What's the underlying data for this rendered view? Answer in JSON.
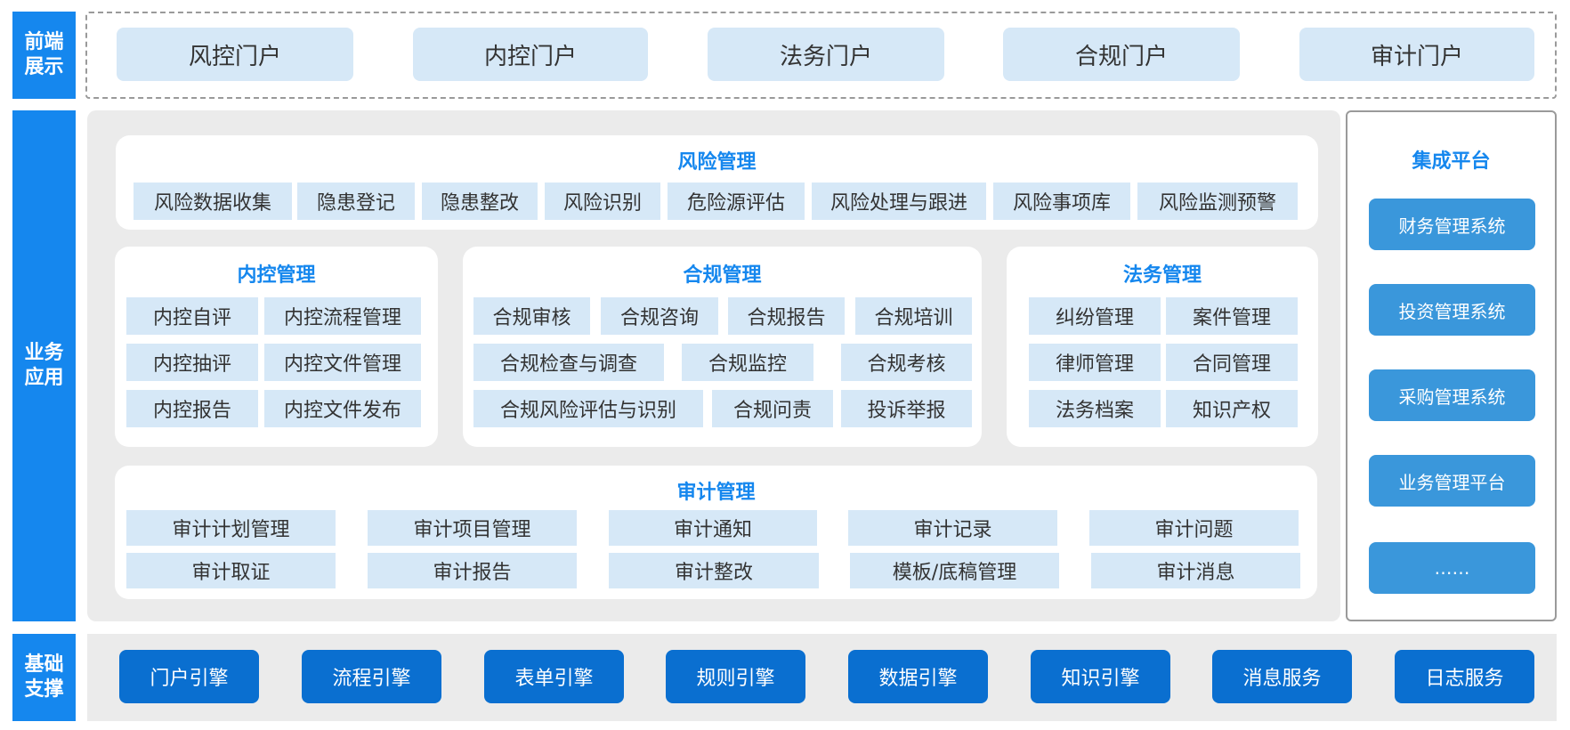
{
  "layers": {
    "frontend": "前端\n展示",
    "business": "业务\n应用",
    "foundation": "基础\n支撑"
  },
  "portals": [
    "风控门户",
    "内控门户",
    "法务门户",
    "合规门户",
    "审计门户"
  ],
  "risk": {
    "title": "风险管理",
    "items": [
      "风险数据收集",
      "隐患登记",
      "隐患整改",
      "风险识别",
      "危险源评估",
      "风险处理与跟进",
      "风险事项库",
      "风险监测预警"
    ]
  },
  "internal": {
    "title": "内控管理",
    "items": [
      "内控自评",
      "内控流程管理",
      "内控抽评",
      "内控文件管理",
      "内控报告",
      "内控文件发布"
    ]
  },
  "compliance": {
    "title": "合规管理",
    "items": [
      "合规审核",
      "合规咨询",
      "合规报告",
      "合规培训",
      "合规检查与调查",
      "合规监控",
      "合规考核",
      "合规风险评估与识别",
      "合规问责",
      "投诉举报"
    ]
  },
  "legal": {
    "title": "法务管理",
    "items": [
      "纠纷管理",
      "案件管理",
      "律师管理",
      "合同管理",
      "法务档案",
      "知识产权"
    ]
  },
  "audit": {
    "title": "审计管理",
    "items": [
      "审计计划管理",
      "审计项目管理",
      "审计通知",
      "审计记录",
      "审计问题",
      "审计取证",
      "审计报告",
      "审计整改",
      "模板/底稿管理",
      "审计消息"
    ]
  },
  "integration": {
    "title": "集成平台",
    "items": [
      "财务管理系统",
      "投资管理系统",
      "采购管理系统",
      "业务管理平台",
      "……"
    ]
  },
  "engines": [
    "门户引擎",
    "流程引擎",
    "表单引擎",
    "规则引擎",
    "数据引擎",
    "知识引擎",
    "消息服务",
    "日志服务"
  ],
  "colors": {
    "accent": "#1587ee",
    "item_bg": "#d6e8f7",
    "engine_bg": "#0a6fd0",
    "integration_btn": "#3a97db",
    "panel_bg": "#ebebeb"
  }
}
